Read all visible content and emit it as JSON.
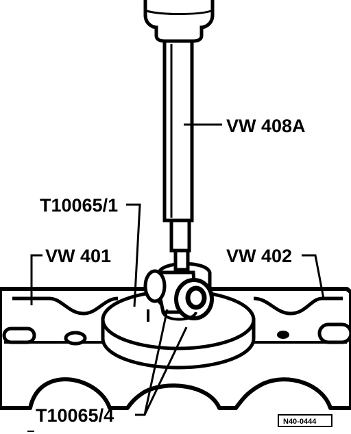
{
  "labels": {
    "press_tool": "VW 408A",
    "press_piece": "T10065/1",
    "support_left": "VW 401",
    "support_right": "VW 402",
    "bottom_piece": "T10065/4",
    "figure_ref": "N40-0444"
  },
  "colors": {
    "ink": "#000000",
    "paper": "#ffffff"
  }
}
